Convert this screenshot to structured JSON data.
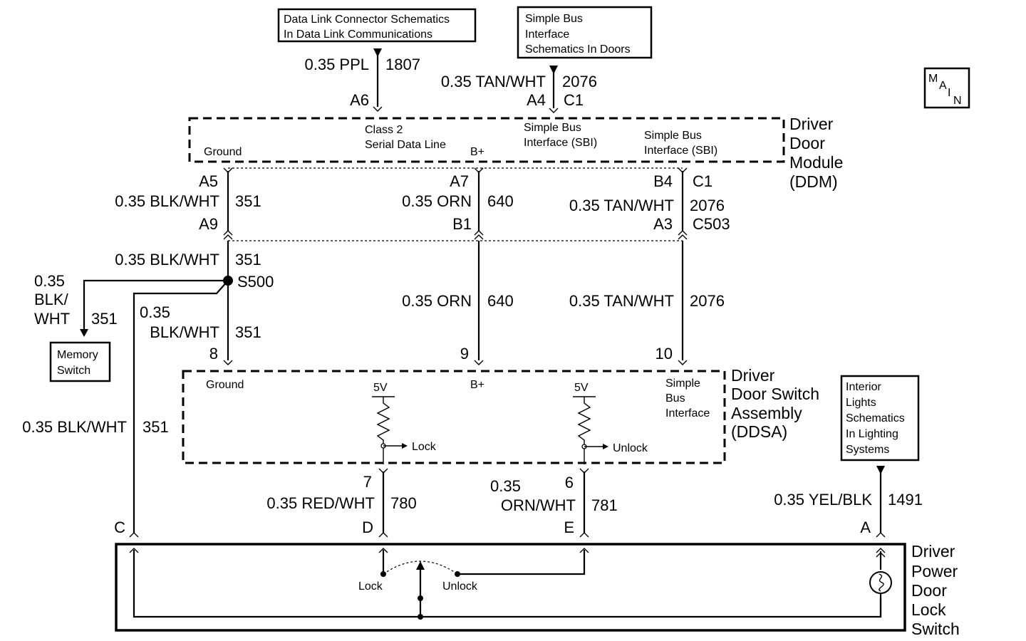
{
  "references": {
    "dlc": [
      "Data Link Connector Schematics",
      "In Data Link Communications"
    ],
    "sbi": [
      "Simple Bus",
      "Interface",
      "Schematics In Doors"
    ],
    "memory": [
      "Memory",
      "Switch"
    ],
    "interior": [
      "Interior",
      "Lights",
      "Schematics",
      "In Lighting",
      "Systems"
    ]
  },
  "main_badge": {
    "m": "M",
    "a": "A",
    "i": "I",
    "n": "N"
  },
  "modules": {
    "ddm": {
      "name": [
        "Driver",
        "Door",
        "Module",
        "(DDM)"
      ],
      "pins": {
        "ground": "Ground",
        "class2": [
          "Class 2",
          "Serial Data Line"
        ],
        "bplus": "B+",
        "sbi1": [
          "Simple Bus",
          "Interface (SBI)"
        ],
        "sbi2": [
          "Simple Bus",
          "Interface (SBI)"
        ]
      }
    },
    "ddsa": {
      "name": [
        "Driver",
        "Door Switch",
        "Assembly",
        "(DDSA)"
      ],
      "pins": {
        "ground": "Ground",
        "bplus": "B+",
        "sbi": [
          "Simple",
          "Bus",
          "Interface"
        ],
        "v1": "5V",
        "v2": "5V",
        "lock": "Lock",
        "unlock": "Unlock"
      }
    },
    "dpdls": {
      "name": [
        "Driver",
        "Power",
        "Door",
        "Lock",
        "Switch"
      ],
      "lock": "Lock",
      "unlock": "Unlock"
    }
  },
  "wires": {
    "ppl": {
      "gauge": "0.35 PPL",
      "circuit": "1807",
      "pin": "A6"
    },
    "sbi_top": {
      "gauge": "0.35 TAN/WHT",
      "circuit": "2076",
      "pin": "A4",
      "conn": "C1"
    },
    "gnd_upper": {
      "pin_top": "A5",
      "gauge": "0.35 BLK/WHT",
      "circuit": "351",
      "pin_bottom": "A9"
    },
    "orn_upper": {
      "pin_top": "A7",
      "gauge": "0.35 ORN",
      "circuit": "640",
      "pin_bottom": "B1"
    },
    "tan_upper": {
      "pin_top": "B4",
      "conn_top": "C1",
      "gauge": "0.35 TAN/WHT",
      "circuit": "2076",
      "pin_bottom": "A3",
      "conn_bottom": "C503"
    },
    "gnd_mid": {
      "gauge": "0.35 BLK/WHT",
      "circuit": "351",
      "splice": "S500"
    },
    "gnd_memory": {
      "g1": "0.35",
      "g2": "BLK/",
      "g3": "WHT",
      "circuit": "351"
    },
    "gnd_lower": {
      "g1": "0.35",
      "g2": "BLK/WHT",
      "circuit": "351",
      "pin": "8"
    },
    "orn_lower": {
      "gauge": "0.35 ORN",
      "circuit": "640",
      "pin": "9"
    },
    "tan_lower": {
      "gauge": "0.35 TAN/WHT",
      "circuit": "2076",
      "pin": "10"
    },
    "gnd_left": {
      "gauge": "0.35 BLK/WHT",
      "circuit": "351",
      "pin": "C"
    },
    "red": {
      "pin_top": "7",
      "gauge": "0.35 RED/WHT",
      "circuit": "780",
      "pin_bottom": "D"
    },
    "ornwht": {
      "pin_top": "6",
      "g1": "0.35",
      "g2": "ORN/WHT",
      "circuit": "781",
      "pin_bottom": "E"
    },
    "yel": {
      "gauge": "0.35 YEL/BLK",
      "circuit": "1491",
      "pin": "A"
    }
  }
}
